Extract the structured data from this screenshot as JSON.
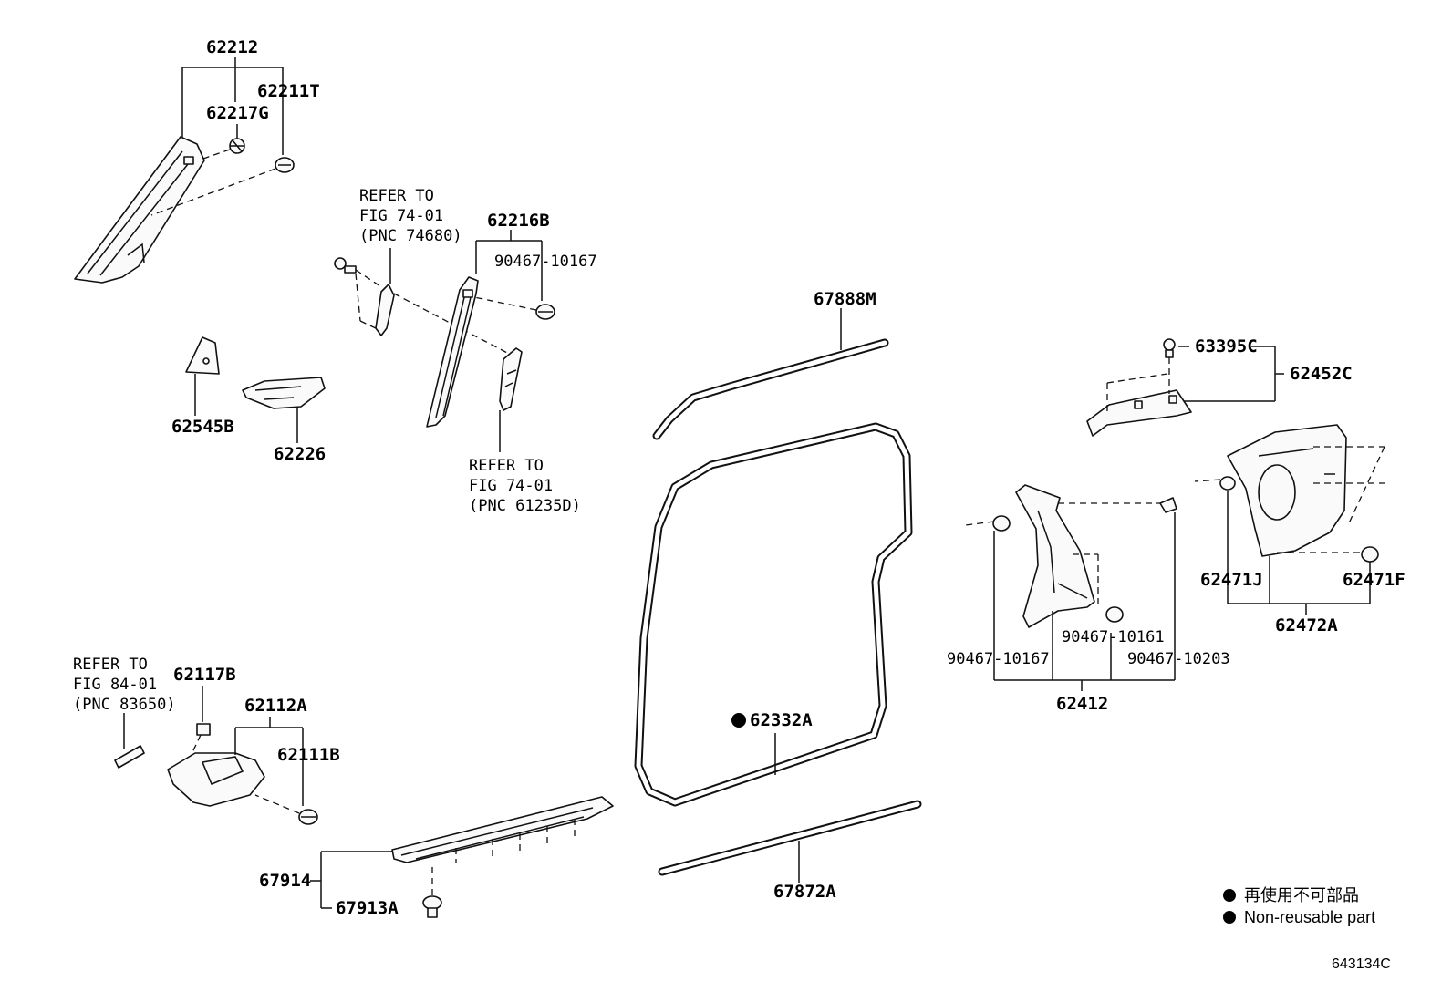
{
  "labels": {
    "p62212": "62212",
    "p62211T": "62211T",
    "p62217G": "62217G",
    "p62216B": "62216B",
    "p90467_10167_a": "90467-10167",
    "p67888M": "67888M",
    "p63395C": "63395C",
    "p62452C": "62452C",
    "p62545B": "62545B",
    "p62226": "62226",
    "p62471J": "62471J",
    "p62471F": "62471F",
    "p62472A": "62472A",
    "p90467_10161": "90467-10161",
    "p90467_10167_b": "90467-10167",
    "p90467_10203": "90467-10203",
    "p62412": "62412",
    "p62332A": "62332A",
    "p62117B": "62117B",
    "p62112A": "62112A",
    "p62111B": "62111B",
    "p67914": "67914",
    "p67913A": "67913A",
    "p67872A": "67872A"
  },
  "references": {
    "ref_74680": [
      "REFER TO",
      "FIG 74-01",
      "(PNC 74680)"
    ],
    "ref_61235D": [
      "REFER TO",
      "FIG 74-01",
      "(PNC 61235D)"
    ],
    "ref_83650": [
      "REFER TO",
      "FIG 84-01",
      "(PNC 83650)"
    ]
  },
  "legend": {
    "japanese": "再使用不可部品",
    "english": "Non-reusable part"
  },
  "figure_code": "643134C"
}
